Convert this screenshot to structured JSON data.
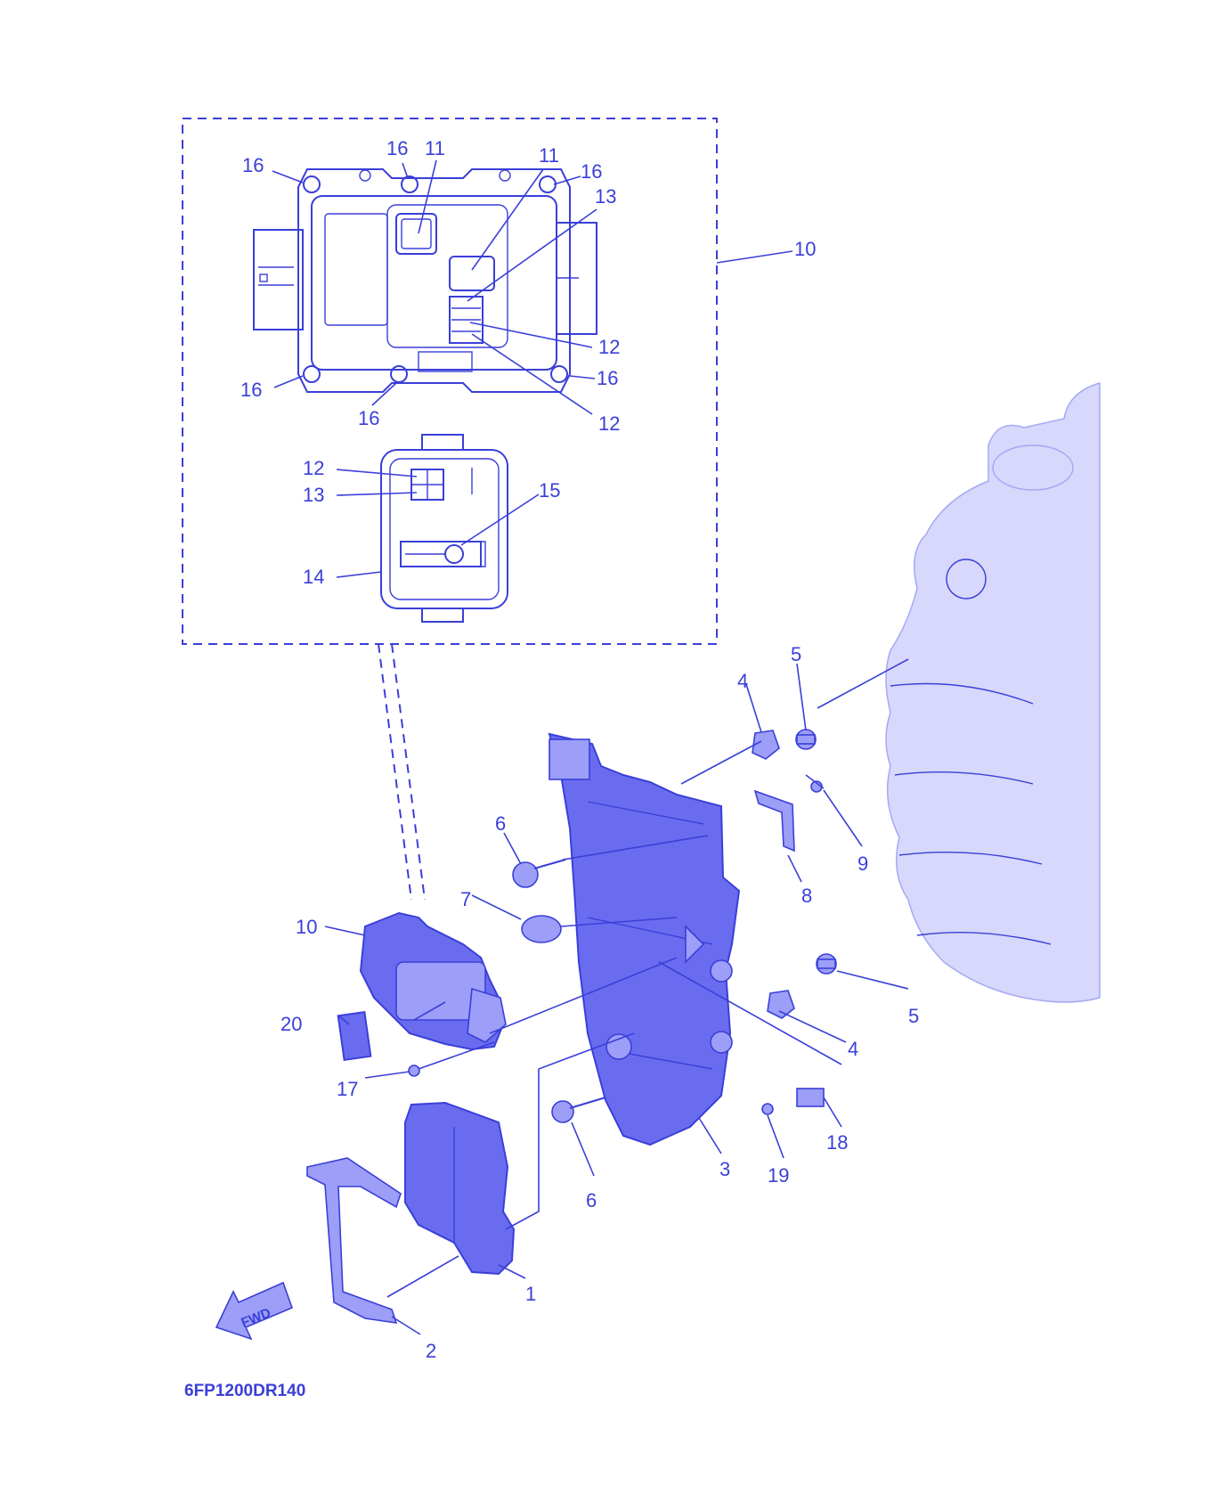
{
  "diagram": {
    "reference_code": "6FP1200DR140",
    "fwd_label": "FWD",
    "callouts": {
      "c16a": "16",
      "c16b": "16",
      "c11a": "11",
      "c11b": "11",
      "c16c": "16",
      "c13a": "13",
      "c10a": "10",
      "c12a": "12",
      "c16d": "16",
      "c16e": "16",
      "c16f": "16",
      "c12b": "12",
      "c12c": "12",
      "c13b": "13",
      "c15": "15",
      "c14": "14",
      "c5a": "5",
      "c4a": "4",
      "c6a": "6",
      "c9": "9",
      "c7": "7",
      "c8": "8",
      "c10b": "10",
      "c5b": "5",
      "c20": "20",
      "c4b": "4",
      "c17": "17",
      "c18": "18",
      "c3": "3",
      "c19": "19",
      "c6b": "6",
      "c1": "1",
      "c2": "2"
    }
  }
}
